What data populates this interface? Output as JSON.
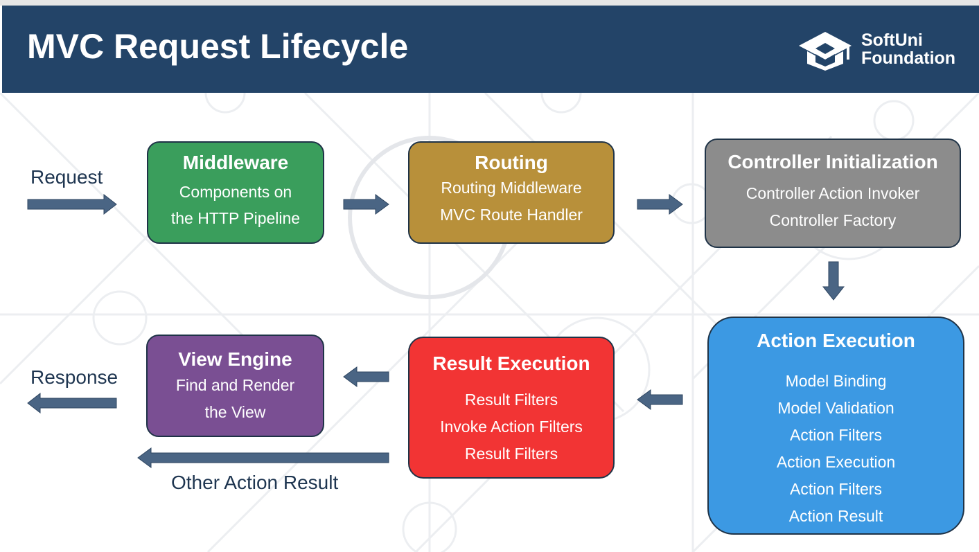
{
  "header": {
    "title": "MVC Request Lifecycle",
    "logo_line1": "SoftUni",
    "logo_line2": "Foundation"
  },
  "labels": {
    "request": "Request",
    "response": "Response",
    "other_action_result": "Other Action Result"
  },
  "boxes": {
    "middleware": {
      "title": "Middleware",
      "lines": [
        "Components on",
        "the HTTP Pipeline"
      ],
      "color": "#3a9e5c"
    },
    "routing": {
      "title": "Routing",
      "lines": [
        "Routing Middleware",
        "MVC Route Handler"
      ],
      "color": "#b8903a"
    },
    "controller": {
      "title": "Controller Initialization",
      "lines": [
        "Controller Action Invoker",
        "Controller Factory"
      ],
      "color": "#8c8c8c"
    },
    "action": {
      "title": "Action Execution",
      "lines": [
        "Model Binding",
        "Model Validation",
        "Action Filters",
        "Action Execution",
        "Action Filters",
        "Action Result"
      ],
      "color": "#3c99e3"
    },
    "result": {
      "title": "Result Execution",
      "lines": [
        "Result Filters",
        "Invoke Action Filters",
        "Result Filters"
      ],
      "color": "#f23434"
    },
    "view": {
      "title": "View Engine",
      "lines": [
        "Find and Render",
        "the View"
      ],
      "color": "#7a4f93"
    }
  },
  "colors": {
    "header": "#234468",
    "arrow": "#4a6584",
    "label": "#1e3550"
  }
}
